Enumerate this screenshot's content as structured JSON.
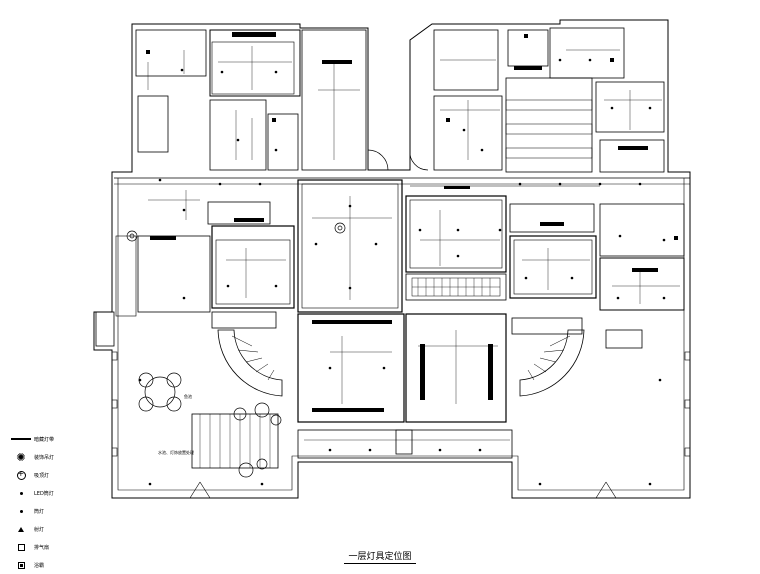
{
  "title": "一层灯具定位图",
  "legend": [
    {
      "icon": "strip-light-icon",
      "label": "暗藏灯带"
    },
    {
      "icon": "pendant-light-icon",
      "label": "装饰吊灯"
    },
    {
      "icon": "ceiling-light-icon",
      "label": "吸顶灯"
    },
    {
      "icon": "led-downlight-icon",
      "label": "LED筒灯"
    },
    {
      "icon": "downlight-icon",
      "label": "筒灯"
    },
    {
      "icon": "spotlight-icon",
      "label": "射灯"
    },
    {
      "icon": "exhaust-fan-icon",
      "label": "排气扇"
    },
    {
      "icon": "heater-icon",
      "label": "浴霸"
    }
  ],
  "garden_label": "水池、灯饰放置处理",
  "pond_label": "鱼池"
}
